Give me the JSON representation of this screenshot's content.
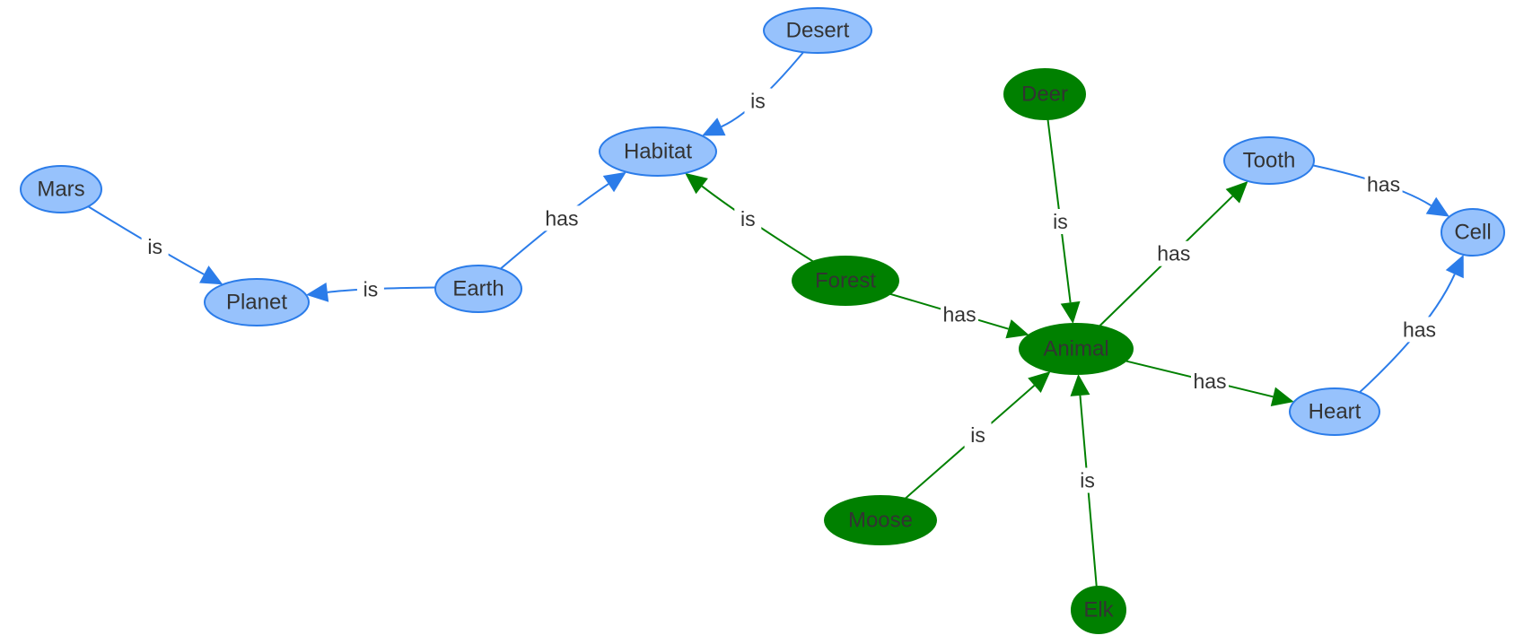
{
  "colors": {
    "blue_fill": "#97c2fc",
    "blue_stroke": "#2b7ce9",
    "green_fill": "#008000",
    "green_stroke": "#008000",
    "label_text": "#333333"
  },
  "nodes": [
    {
      "id": "desert",
      "label": "Desert",
      "group": "blue"
    },
    {
      "id": "habitat",
      "label": "Habitat",
      "group": "blue"
    },
    {
      "id": "mars",
      "label": "Mars",
      "group": "blue"
    },
    {
      "id": "planet",
      "label": "Planet",
      "group": "blue"
    },
    {
      "id": "earth",
      "label": "Earth",
      "group": "blue"
    },
    {
      "id": "tooth",
      "label": "Tooth",
      "group": "blue"
    },
    {
      "id": "cell",
      "label": "Cell",
      "group": "blue"
    },
    {
      "id": "heart",
      "label": "Heart",
      "group": "blue"
    },
    {
      "id": "deer",
      "label": "Deer",
      "group": "green"
    },
    {
      "id": "forest",
      "label": "Forest",
      "group": "green"
    },
    {
      "id": "animal",
      "label": "Animal",
      "group": "green"
    },
    {
      "id": "moose",
      "label": "Moose",
      "group": "green"
    },
    {
      "id": "elk",
      "label": "Elk",
      "group": "green"
    }
  ],
  "edges": [
    {
      "from": "desert",
      "to": "habitat",
      "label": "is",
      "group": "blue"
    },
    {
      "from": "mars",
      "to": "planet",
      "label": "is",
      "group": "blue"
    },
    {
      "from": "earth",
      "to": "planet",
      "label": "is",
      "group": "blue"
    },
    {
      "from": "earth",
      "to": "habitat",
      "label": "has",
      "group": "blue"
    },
    {
      "from": "tooth",
      "to": "cell",
      "label": "has",
      "group": "blue"
    },
    {
      "from": "heart",
      "to": "cell",
      "label": "has",
      "group": "blue"
    },
    {
      "from": "forest",
      "to": "habitat",
      "label": "is",
      "group": "green"
    },
    {
      "from": "forest",
      "to": "animal",
      "label": "has",
      "group": "green"
    },
    {
      "from": "deer",
      "to": "animal",
      "label": "is",
      "group": "green"
    },
    {
      "from": "animal",
      "to": "tooth",
      "label": "has",
      "group": "green"
    },
    {
      "from": "animal",
      "to": "heart",
      "label": "has",
      "group": "green"
    },
    {
      "from": "moose",
      "to": "animal",
      "label": "is",
      "group": "green"
    },
    {
      "from": "elk",
      "to": "animal",
      "label": "is",
      "group": "green"
    }
  ]
}
